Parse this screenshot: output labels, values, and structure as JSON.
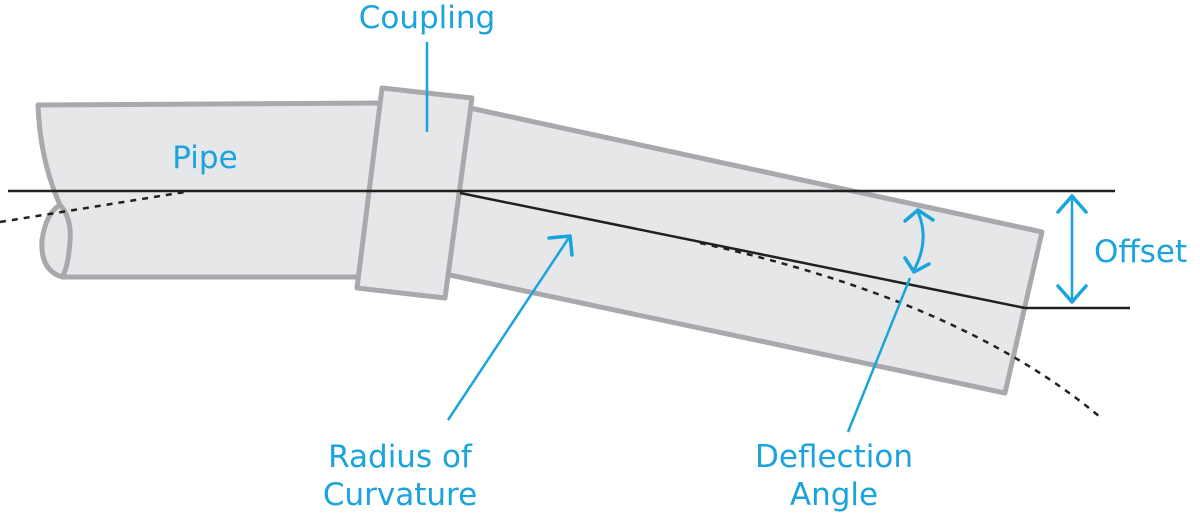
{
  "labels": {
    "coupling": "Coupling",
    "pipe": "Pipe",
    "offset": "Offset",
    "radius_line1": "Radius of",
    "radius_line2": "Curvature",
    "deflection_line1": "Deflection",
    "deflection_line2": "Angle"
  },
  "colors": {
    "pipe_fill": "#e6e7e8",
    "pipe_stroke": "#a7a9ac",
    "line": "#231f20",
    "accent": "#1aa3dc"
  }
}
